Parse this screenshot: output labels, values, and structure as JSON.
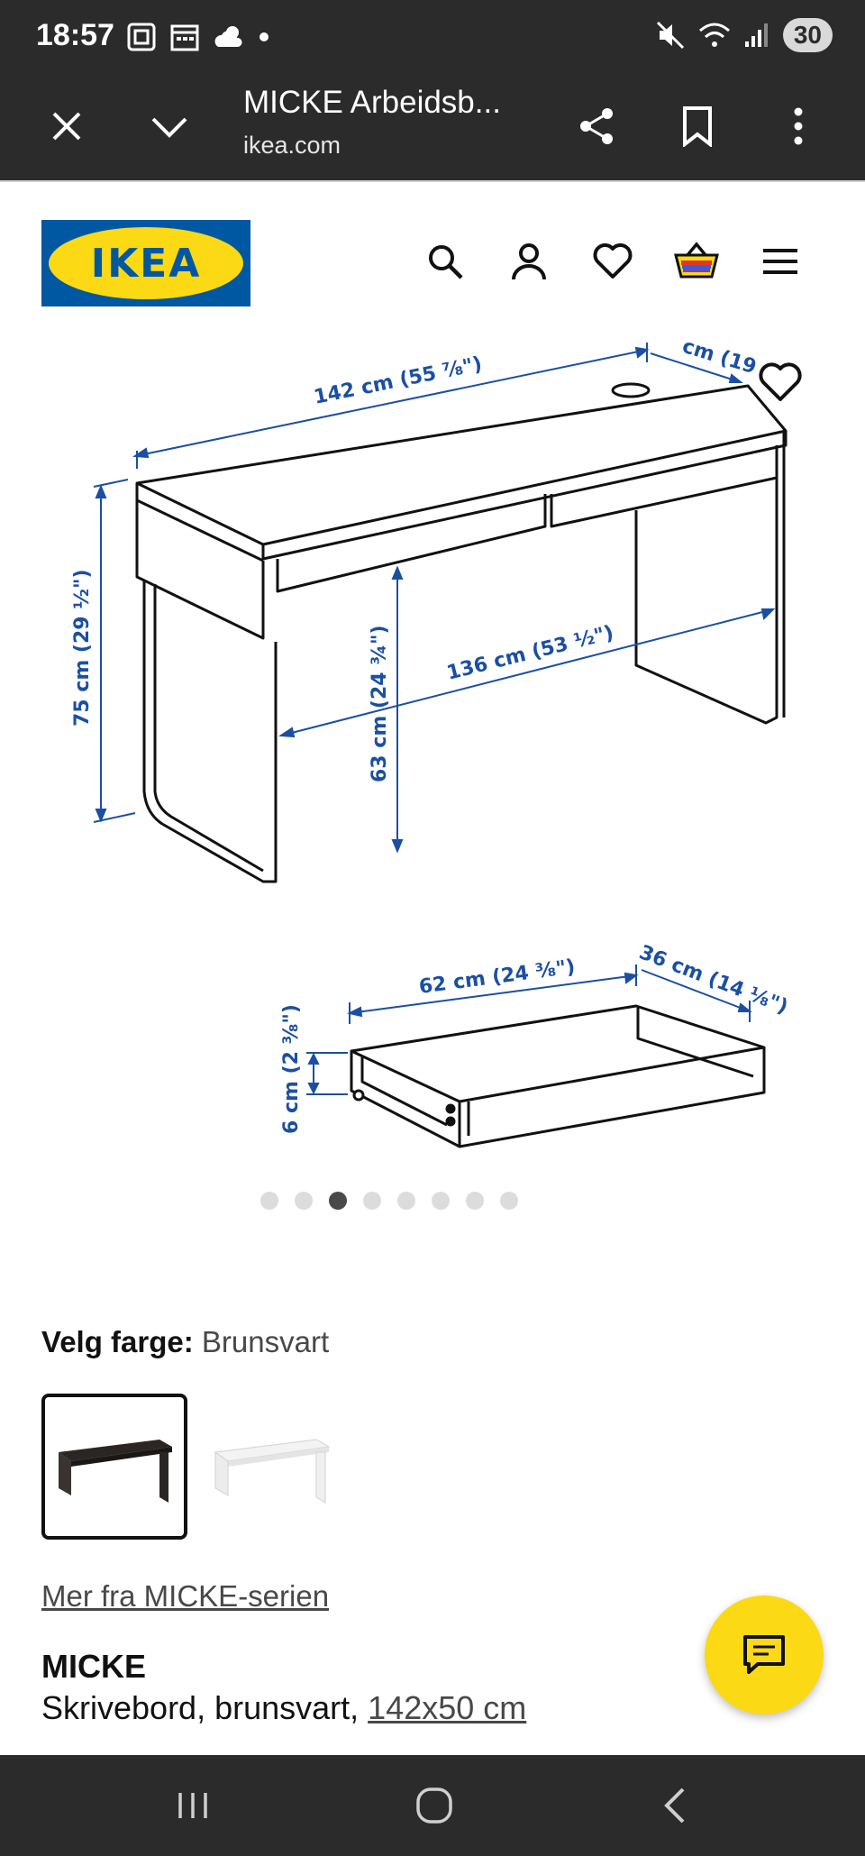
{
  "status_bar": {
    "time": "18:57",
    "battery": "30"
  },
  "toolbar": {
    "title": "MICKE Arbeidsb...",
    "url": "ikea.com"
  },
  "header": {
    "logo_text": "IKEA"
  },
  "gallery": {
    "dimensions": {
      "desk_width": "142 cm (55 ⅞\")",
      "desk_depth": "cm (19",
      "desk_height": "75 cm (29 ½\")",
      "leg_clearance": "63 cm (24 ¾\")",
      "inner_width": "136 cm (53 ½\")",
      "drawer_width": "62 cm (24 ⅜\")",
      "drawer_depth": "36 cm (14 ⅛\")",
      "drawer_height": "6 cm (2 ⅜\")"
    },
    "dot_count": 8,
    "active_dot": 3
  },
  "color_picker": {
    "label": "Velg farge:",
    "selected_value": "Brunsvart",
    "colors": {
      "dark": "#2b2624",
      "white": "#f3f3f3"
    }
  },
  "product": {
    "series_link": "Mer fra MICKE-serien",
    "name": "MICKE",
    "description": "Skrivebord, brunsvart, ",
    "size": "142x50 cm"
  },
  "colors": {
    "ikea_blue": "#0058a3",
    "ikea_yellow": "#fbd914",
    "dimension_blue": "#0d47a1",
    "bar_dark": "#2b2b2b"
  }
}
